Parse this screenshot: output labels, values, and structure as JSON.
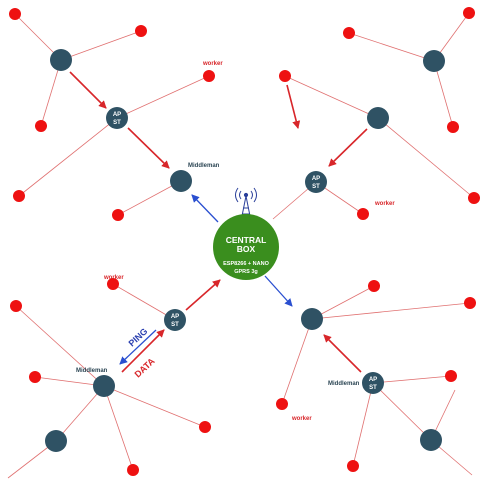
{
  "central_box": {
    "title_line1": "CENTRAL",
    "title_line2": "BOX",
    "sub_line1": "ESP8266 + NANO",
    "sub_line2": "GPRS 3g",
    "color": "#3a8e1e"
  },
  "labels": {
    "ap_line1": "AP",
    "ap_line2": "ST",
    "middleman": "Middleman",
    "worker": "worker",
    "ping": "PING",
    "data": "DATA"
  },
  "colors": {
    "node": "#2f5264",
    "worker_dot": "#ee1111",
    "edge": "#e07070",
    "arrow_red": "#d8262a",
    "arrow_blue": "#2a4fd0",
    "antenna": "#2a3f9a"
  },
  "icons": {
    "antenna": "antenna-icon"
  }
}
